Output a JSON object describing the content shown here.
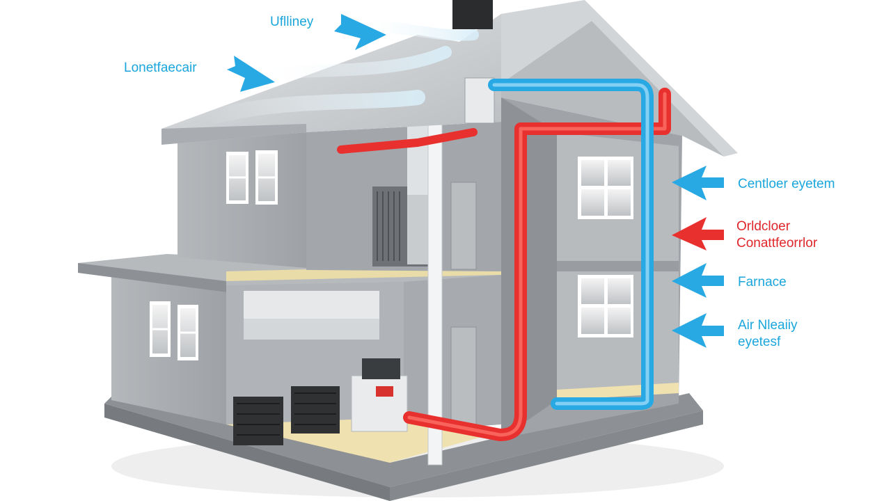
{
  "labels": {
    "top_left_1": "Uflliney",
    "top_left_2": "Lonetfaecair",
    "right_1": "Centloer  eyetem",
    "right_2_line1": "Orldcloer",
    "right_2_line2": "Conattfeorrlor",
    "right_3": "Farnace",
    "right_4_line1": "Air   Nleaiiy",
    "right_4_line2": "eyetesf"
  },
  "colors": {
    "cold_air": "#29a9e3",
    "hot_air": "#e8302e",
    "label_blue": "#1aa6dc",
    "label_red": "#e0262a",
    "wall": "#a9adb1",
    "roof": "#c9cccf",
    "floor": "#efe1b0"
  }
}
